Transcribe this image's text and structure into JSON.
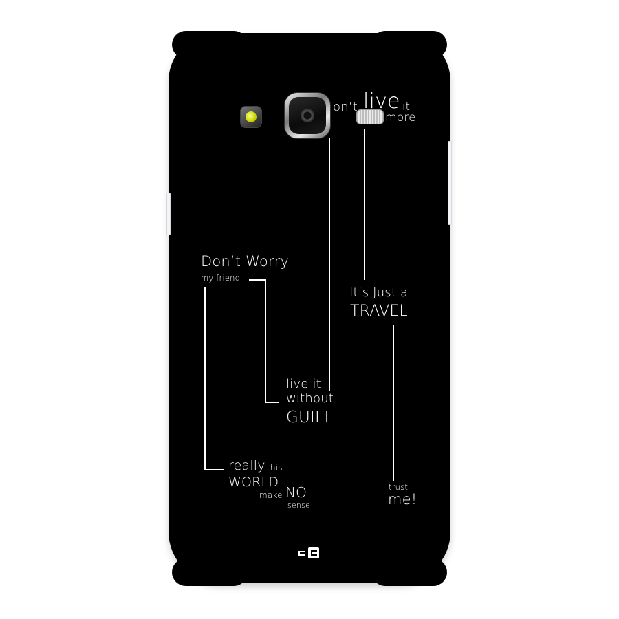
{
  "product": {
    "type": "phone back case",
    "case_color": "#000000",
    "text_color": "#ffffff",
    "background_color": "#ffffff"
  },
  "quotes": {
    "top": {
      "prefix": "on’t",
      "big": "live",
      "suffix": "it",
      "line2": "more"
    },
    "dont_worry": {
      "title": "Don’t Worry",
      "sub": "my friend"
    },
    "travel": {
      "line1": "It’s Just a",
      "line2": "TRAVEL"
    },
    "guilt": {
      "line1": "live it",
      "line2": "without",
      "line3": "GUILT"
    },
    "world": {
      "w1": "really",
      "w2": "this",
      "w3": "WORLD",
      "w4": "make",
      "w5": "NO",
      "w6": "sense"
    },
    "trust": {
      "line1": "trust",
      "line2": "me!"
    }
  },
  "icons": {
    "camera": "camera-lens",
    "flash": "led-flash",
    "speaker": "speaker-grille",
    "brand_logo": "cc-logo"
  }
}
